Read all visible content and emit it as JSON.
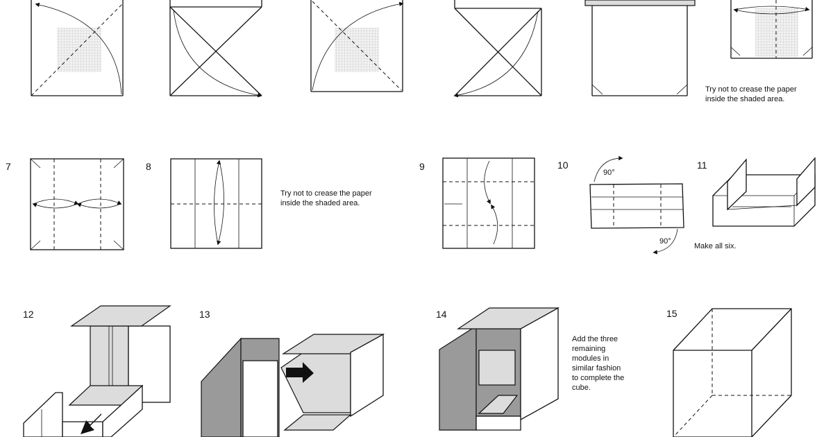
{
  "steps": {
    "s7": "7",
    "s8": "8",
    "s9": "9",
    "s10": "10",
    "s11": "11",
    "s12": "12",
    "s13": "13",
    "s14": "14",
    "s15": "15"
  },
  "notes": {
    "shaded_top": "Try not to crease the paper\ninside the shaded area.",
    "shaded_mid": "Try not to crease the paper\ninside the shaded area.",
    "make_all_six": "Make all six.",
    "add_modules": "Add the three\nremaining\nmodules in\nsimilar fashion\nto complete the\ncube."
  },
  "angles": {
    "top": "90°",
    "bottom": "90°"
  }
}
